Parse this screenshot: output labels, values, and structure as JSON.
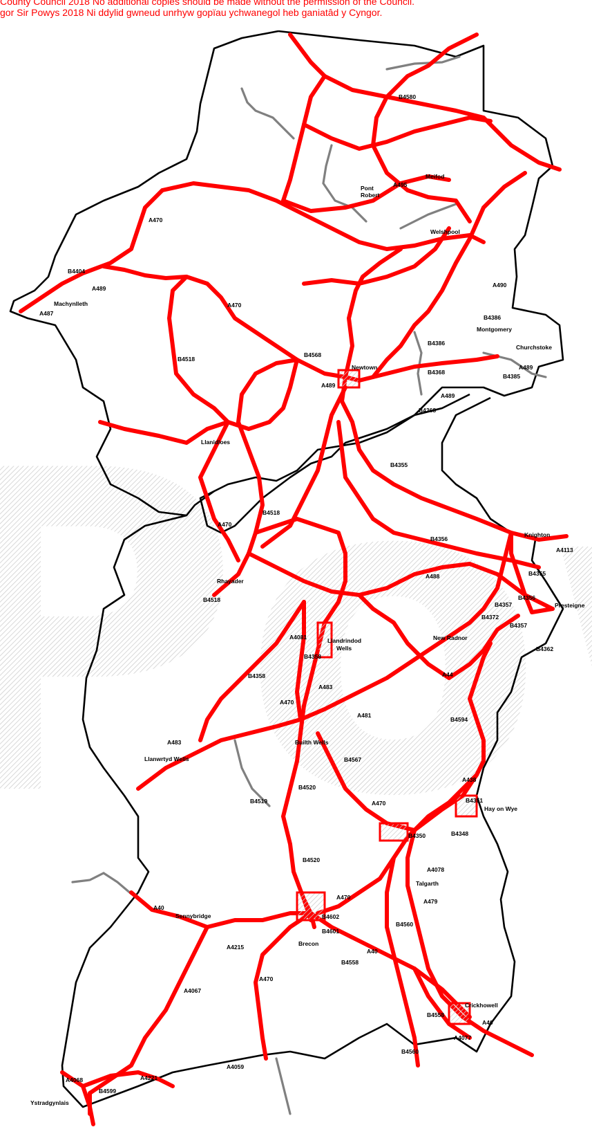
{
  "header": {
    "line1": "County Council 2018 No additional copies should be made without the permission of the Council.",
    "line2": "gor Sir Powys 2018 Ni ddylid gwneud unrhyw gopïau ychwanegol heb ganiatâd y Cyngor."
  },
  "colors": {
    "gritting_route": "#ff0000",
    "other_road": "#808080",
    "boundary": "#000000",
    "watermark": "#cccccc"
  },
  "watermark": {
    "text": "Powys"
  },
  "labels": {
    "B4580": "B4580",
    "Pont": "Pont",
    "Robert": "Robert",
    "A495": "A495",
    "Meifod": "Meifod",
    "Welshpool": "Welshpool",
    "A470_north": "A470",
    "B4404": "B4404",
    "A489_west": "A489",
    "Machynlleth": "Machynlleth",
    "A487": "A487",
    "A490": "A490",
    "B4386_a": "B4386",
    "Montgomery": "Montgomery",
    "Churchstoke": "Churchstoke",
    "A489_east": "A489",
    "B4385": "B4385",
    "A470_mid": "A470",
    "B4518_north": "B4518",
    "B4568": "B4568",
    "Newtown": "Newtown",
    "A489_newtown": "A489",
    "B4386_b": "B4386",
    "B4368_a": "B4368",
    "A489_south": "A489",
    "B4368_b": "B4368",
    "Llanidloes": "Llanidloes",
    "B4355_a": "B4355",
    "B4518_mid": "B4518",
    "A470_rhayader": "A470",
    "B4356_a": "B4356",
    "Knighton": "Knighton",
    "A4113": "A4113",
    "B4355_b": "B4355",
    "Rhayader": "Rhayader",
    "A488": "A488",
    "B4357_a": "B4357",
    "B4356_b": "B4356",
    "Presteigne": "Presteigne",
    "B4518_south": "B4518",
    "B4372": "B4372",
    "B4357_b": "B4357",
    "A4081": "A4081",
    "Llandrindod": "Llandrindod",
    "Wells_l": "Wells",
    "New Radnor": "New Radnor",
    "B4358_a": "B4358",
    "B4362": "B4362",
    "B4358_b": "B4358",
    "A44": "A44",
    "A483_a": "A483",
    "A470_builth": "A470",
    "A481": "A481",
    "B4594": "B4594",
    "A483_b": "A483",
    "Builth Wells": "Builth Wells",
    "Llanwrtyd Wells": "Llanwrtyd Wells",
    "B4567": "B4567",
    "A438": "A438",
    "B4520_a": "B4520",
    "B4519": "B4519",
    "A470_glasbury": "A470",
    "B4351": "B4351",
    "Hay on Wye": "Hay on Wye",
    "B4350": "B4350",
    "B4348": "B4348",
    "A4078": "A4078",
    "B4520_b": "B4520",
    "Talgarth": "Talgarth",
    "A479": "A479",
    "A470_brecon": "A470",
    "A40_west": "A40",
    "Sennybridge": "Sennybridge",
    "B4602": "B4602",
    "B4601": "B4601",
    "B4560_a": "B4560",
    "A4215": "A4215",
    "Brecon": "Brecon",
    "A40_east": "A40",
    "B4558_a": "B4558",
    "A470_south": "A470",
    "A4067": "A4067",
    "Crickhowell": "Crickhowell",
    "B4558_b": "B4558",
    "A40_crick": "A40",
    "A4077": "A4077",
    "B4560_b": "B4560",
    "A4059": "A4059",
    "A4221": "A4221",
    "A4068": "A4068",
    "B4599": "B4599",
    "Ystradgynlais": "Ystradgynlais"
  }
}
